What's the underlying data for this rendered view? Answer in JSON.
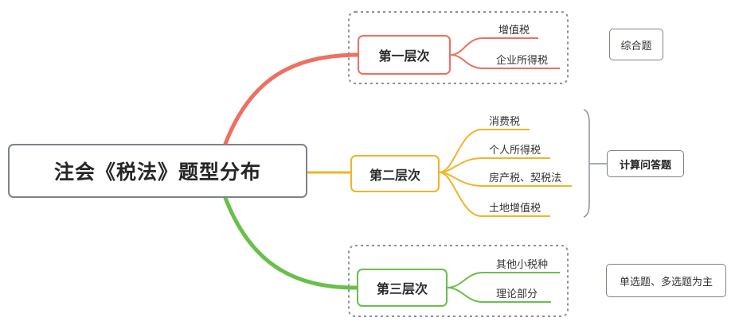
{
  "root": {
    "label": "注会《税法》题型分布"
  },
  "tiers": [
    {
      "label": "第一层次",
      "color": "#ef6f60",
      "items": [
        "增值税",
        "企业所得税"
      ],
      "note": "综合题"
    },
    {
      "label": "第二层次",
      "color": "#f0b429",
      "items": [
        "消费税",
        "个人所得税",
        "房产税、契税法",
        "土地增值税"
      ],
      "note": "计算问答题"
    },
    {
      "label": "第三层次",
      "color": "#6abf4b",
      "items": [
        "其他小税种",
        "理论部分"
      ],
      "note": "单选题、多选题为主"
    }
  ],
  "colors": {
    "outline": "#7d828c",
    "dashed_group": "#8a8f99"
  }
}
